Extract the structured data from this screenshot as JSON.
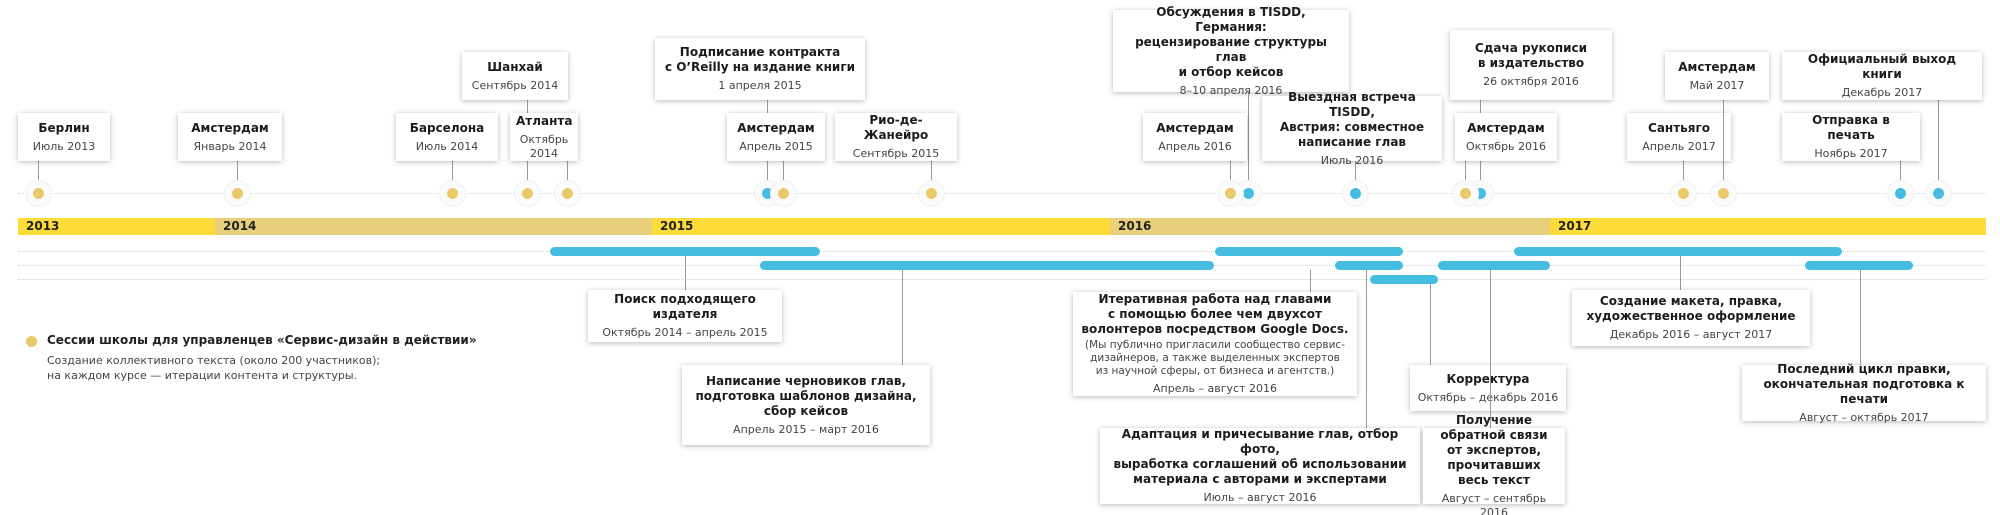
{
  "colors": {
    "session": "#e9c96a",
    "milestone": "#45bde0",
    "year_a": "#fddc3a",
    "year_b": "#e8cf7b"
  },
  "years": [
    "2013",
    "2014",
    "2015",
    "2016",
    "2017"
  ],
  "top_events": [
    {
      "title": "Берлин",
      "date": "Июль 2013",
      "type": "session"
    },
    {
      "title": "Амстердам",
      "date": "Январь 2014",
      "type": "session"
    },
    {
      "title": "Шанхай",
      "date": "Сентябрь 2014",
      "type": "session"
    },
    {
      "title": "Барселона",
      "date": "Июль 2014",
      "type": "session"
    },
    {
      "title": "Атланта",
      "date": "Октябрь 2014",
      "type": "session"
    },
    {
      "title": "Подписание контракта\nс O’Reilly на издание книги",
      "date": "1 апреля 2015",
      "type": "milestone"
    },
    {
      "title": "Амстердам",
      "date": "Апрель 2015",
      "type": "session"
    },
    {
      "title": "Рио-де-Жанейро",
      "date": "Сентябрь 2015",
      "type": "session"
    },
    {
      "title": "Обсуждения в TISDD, Германия:\nрецензирование структуры глав\nи отбор кейсов",
      "date": "8–10 апреля 2016",
      "type": "milestone"
    },
    {
      "title": "Амстердам",
      "date": "Апрель 2016",
      "type": "session"
    },
    {
      "title": "Выездная встреча TISDD,\nАвстрия: совместное\nнаписание глав",
      "date": "Июль 2016",
      "type": "milestone"
    },
    {
      "title": "Сдача рукописи\nв издательство",
      "date": "26 октября 2016",
      "type": "milestone"
    },
    {
      "title": "Амстердам",
      "date": "Октябрь 2016",
      "type": "session"
    },
    {
      "title": "Сантьяго",
      "date": "Апрель 2017",
      "type": "session"
    },
    {
      "title": "Амстердам",
      "date": "Май 2017",
      "type": "session"
    },
    {
      "title": "Официальный выход книги",
      "date": "Декабрь 2017",
      "type": "milestone"
    },
    {
      "title": "Отправка в печать",
      "date": "Ноябрь 2017",
      "type": "milestone"
    }
  ],
  "bottom_events": [
    {
      "title": "Поиск подходящего\nиздателя",
      "date": "Октябрь 2014 – апрель 2015"
    },
    {
      "title": "Написание черновиков глав,\nподготовка шаблонов дизайна,\nсбор кейсов",
      "date": "Апрель 2015 – март 2016"
    },
    {
      "title": "Итеративная работа над главами\nс помощью более чем двухсот\nволонтеров посредством Google Docs.",
      "note": "(Мы публично пригласили сообщество сервис-\nдизайнеров, а также выделенных экспертов\nиз научной сферы, от бизнеса и агентств.)",
      "date": "Апрель – август 2016"
    },
    {
      "title": "Адаптация и причесывание глав, отбор фото,\nвыработка соглашений об использовании\nматериала с авторами и экспертами",
      "date": "Июль – август 2016"
    },
    {
      "title": "Корректура",
      "date": "Октябрь – декабрь 2016"
    },
    {
      "title": "Получение обратной связи\nот экспертов, прочитавших\nвесь текст",
      "date": "Август – сентябрь 2016"
    },
    {
      "title": "Создание макета, правка,\nхудожественное оформление",
      "date": "Декабрь 2016 – август 2017"
    },
    {
      "title": "Последний цикл правки,\nокончательная подготовка к печати",
      "date": "Август – октябрь 2017"
    }
  ],
  "legend": {
    "title": "Сессии школы для управленцев «Сервис-дизайн в действии»",
    "subtitle": "Создание коллективного текста (около 200 участников);\nна каждом курсе — итерации контента и структуры."
  }
}
